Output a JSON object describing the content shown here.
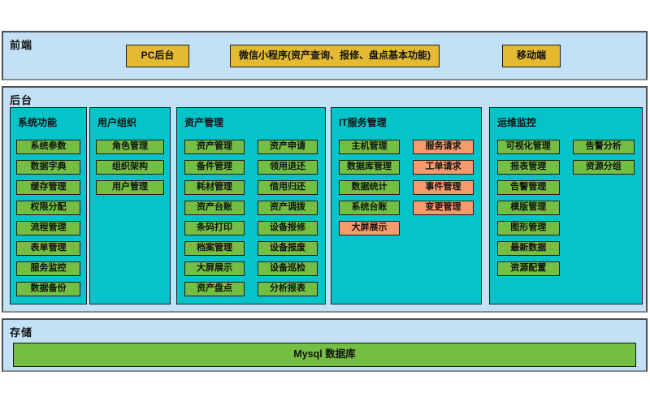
{
  "frontend": {
    "label": "前端",
    "nodes": [
      "PC后台",
      "微信小程序(资产查询、报修、盘点基本功能)",
      "移动端"
    ]
  },
  "backend": {
    "label": "后台",
    "columns": [
      {
        "title": "系统功能",
        "groups": [
          [
            "系统参数",
            "数据字典",
            "缓存管理",
            "权限分配",
            "流程管理",
            "表单管理",
            "服务监控",
            "数据备份"
          ]
        ]
      },
      {
        "title": "用户组织",
        "groups": [
          [
            "角色管理",
            "组织架构",
            "用户管理"
          ]
        ]
      },
      {
        "title": "资产管理",
        "groups": [
          [
            "资产管理",
            "备件管理",
            "耗材管理",
            "资产台账",
            "条码打印",
            "档案管理",
            "大屏展示",
            "资产盘点"
          ],
          [
            "资产申请",
            "领用退还",
            "借用归还",
            "资产调拨",
            "设备报修",
            "设备报废",
            "设备巡检",
            "分析报表"
          ]
        ]
      },
      {
        "title": "IT服务管理",
        "groups": [
          [
            "主机管理",
            "数据库管理",
            "数据统计",
            "系统台账",
            {
              "label": "大屏展示",
              "tone": "orange"
            }
          ],
          [
            {
              "label": "服务请求",
              "tone": "orange"
            },
            {
              "label": "工单请求",
              "tone": "orange"
            },
            {
              "label": "事件管理",
              "tone": "orange"
            },
            {
              "label": "变更管理",
              "tone": "orange"
            }
          ]
        ]
      },
      {
        "title": "运维监控",
        "groups": [
          [
            "可视化管理",
            "报表管理",
            "告警管理",
            "模版管理",
            "图形管理",
            "最新数据",
            "资源配置"
          ],
          [
            "告警分析",
            "资源分组"
          ]
        ]
      }
    ]
  },
  "storage": {
    "label": "存储",
    "database": "Mysql 数据库"
  },
  "colors": {
    "layer_bg": "#C3E1F6",
    "panel_bg": "#04C4C9",
    "chip_green": "#74BE44",
    "chip_orange": "#F89A6B",
    "node_yellow": "#E4BA33"
  }
}
